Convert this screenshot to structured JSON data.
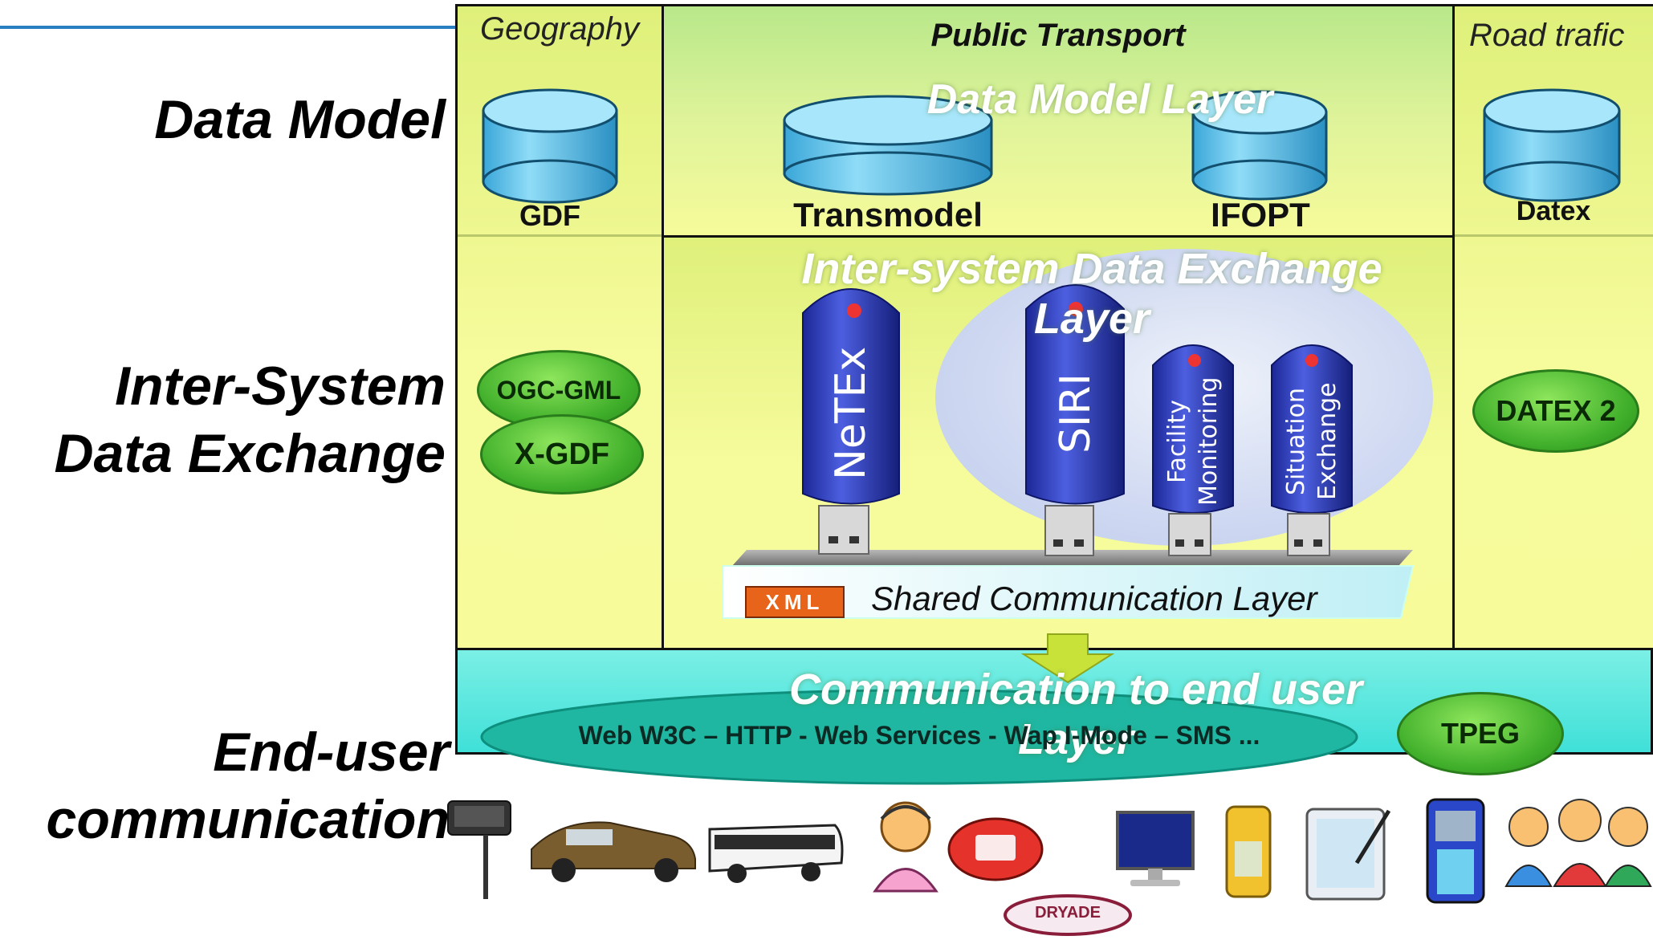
{
  "row_labels": {
    "data_model": "Data Model",
    "inter_system_line1": "Inter-System",
    "inter_system_line2": "Data Exchange",
    "end_user_line1": "End-user",
    "end_user_line2": "communication"
  },
  "columns": {
    "geography": "Geography",
    "public_transport": "Public Transport",
    "road_traffic": "Road trafic"
  },
  "layers": {
    "data_model": "Data Model Layer",
    "inter_system": "Inter-system Data Exchange Layer",
    "shared_comm": "Shared Communication Layer",
    "end_user": "Communication to end user Layer"
  },
  "databases": {
    "gdf": "GDF",
    "transmodel": "Transmodel",
    "ifopt": "IFOPT",
    "datex": "Datex"
  },
  "standards": {
    "ogc_gml": "OGC-GML",
    "x_gdf": "X-GDF",
    "datex2": "DATEX 2",
    "tpeg": "TPEG"
  },
  "usb_keys": {
    "netex": "NeTEx",
    "siri": "SIRI",
    "facility_line1": "Facility",
    "facility_line2": "Monitoring",
    "situation_line1": "Situation",
    "situation_line2": "Exchange"
  },
  "xml_badge": "XML",
  "channels": "Web W3C – HTTP - Web Services - Wap I-Mode – SMS ...",
  "logo_text": "DRYADE",
  "device_icons": [
    "bus-stop-display-icon",
    "car-icon",
    "bus-icon",
    "call-center-operator-icon",
    "telephone-icon",
    "monitor-icon",
    "gps-device-icon",
    "tablet-icon",
    "mobile-phone-icon",
    "people-group-icon"
  ],
  "colors": {
    "top_rule": "#2a7fc0",
    "usb_blue": "#2f3fbf",
    "pill_green": "#3fae2a",
    "teal": "#3fe0d8",
    "xml_orange": "#e8641a"
  }
}
